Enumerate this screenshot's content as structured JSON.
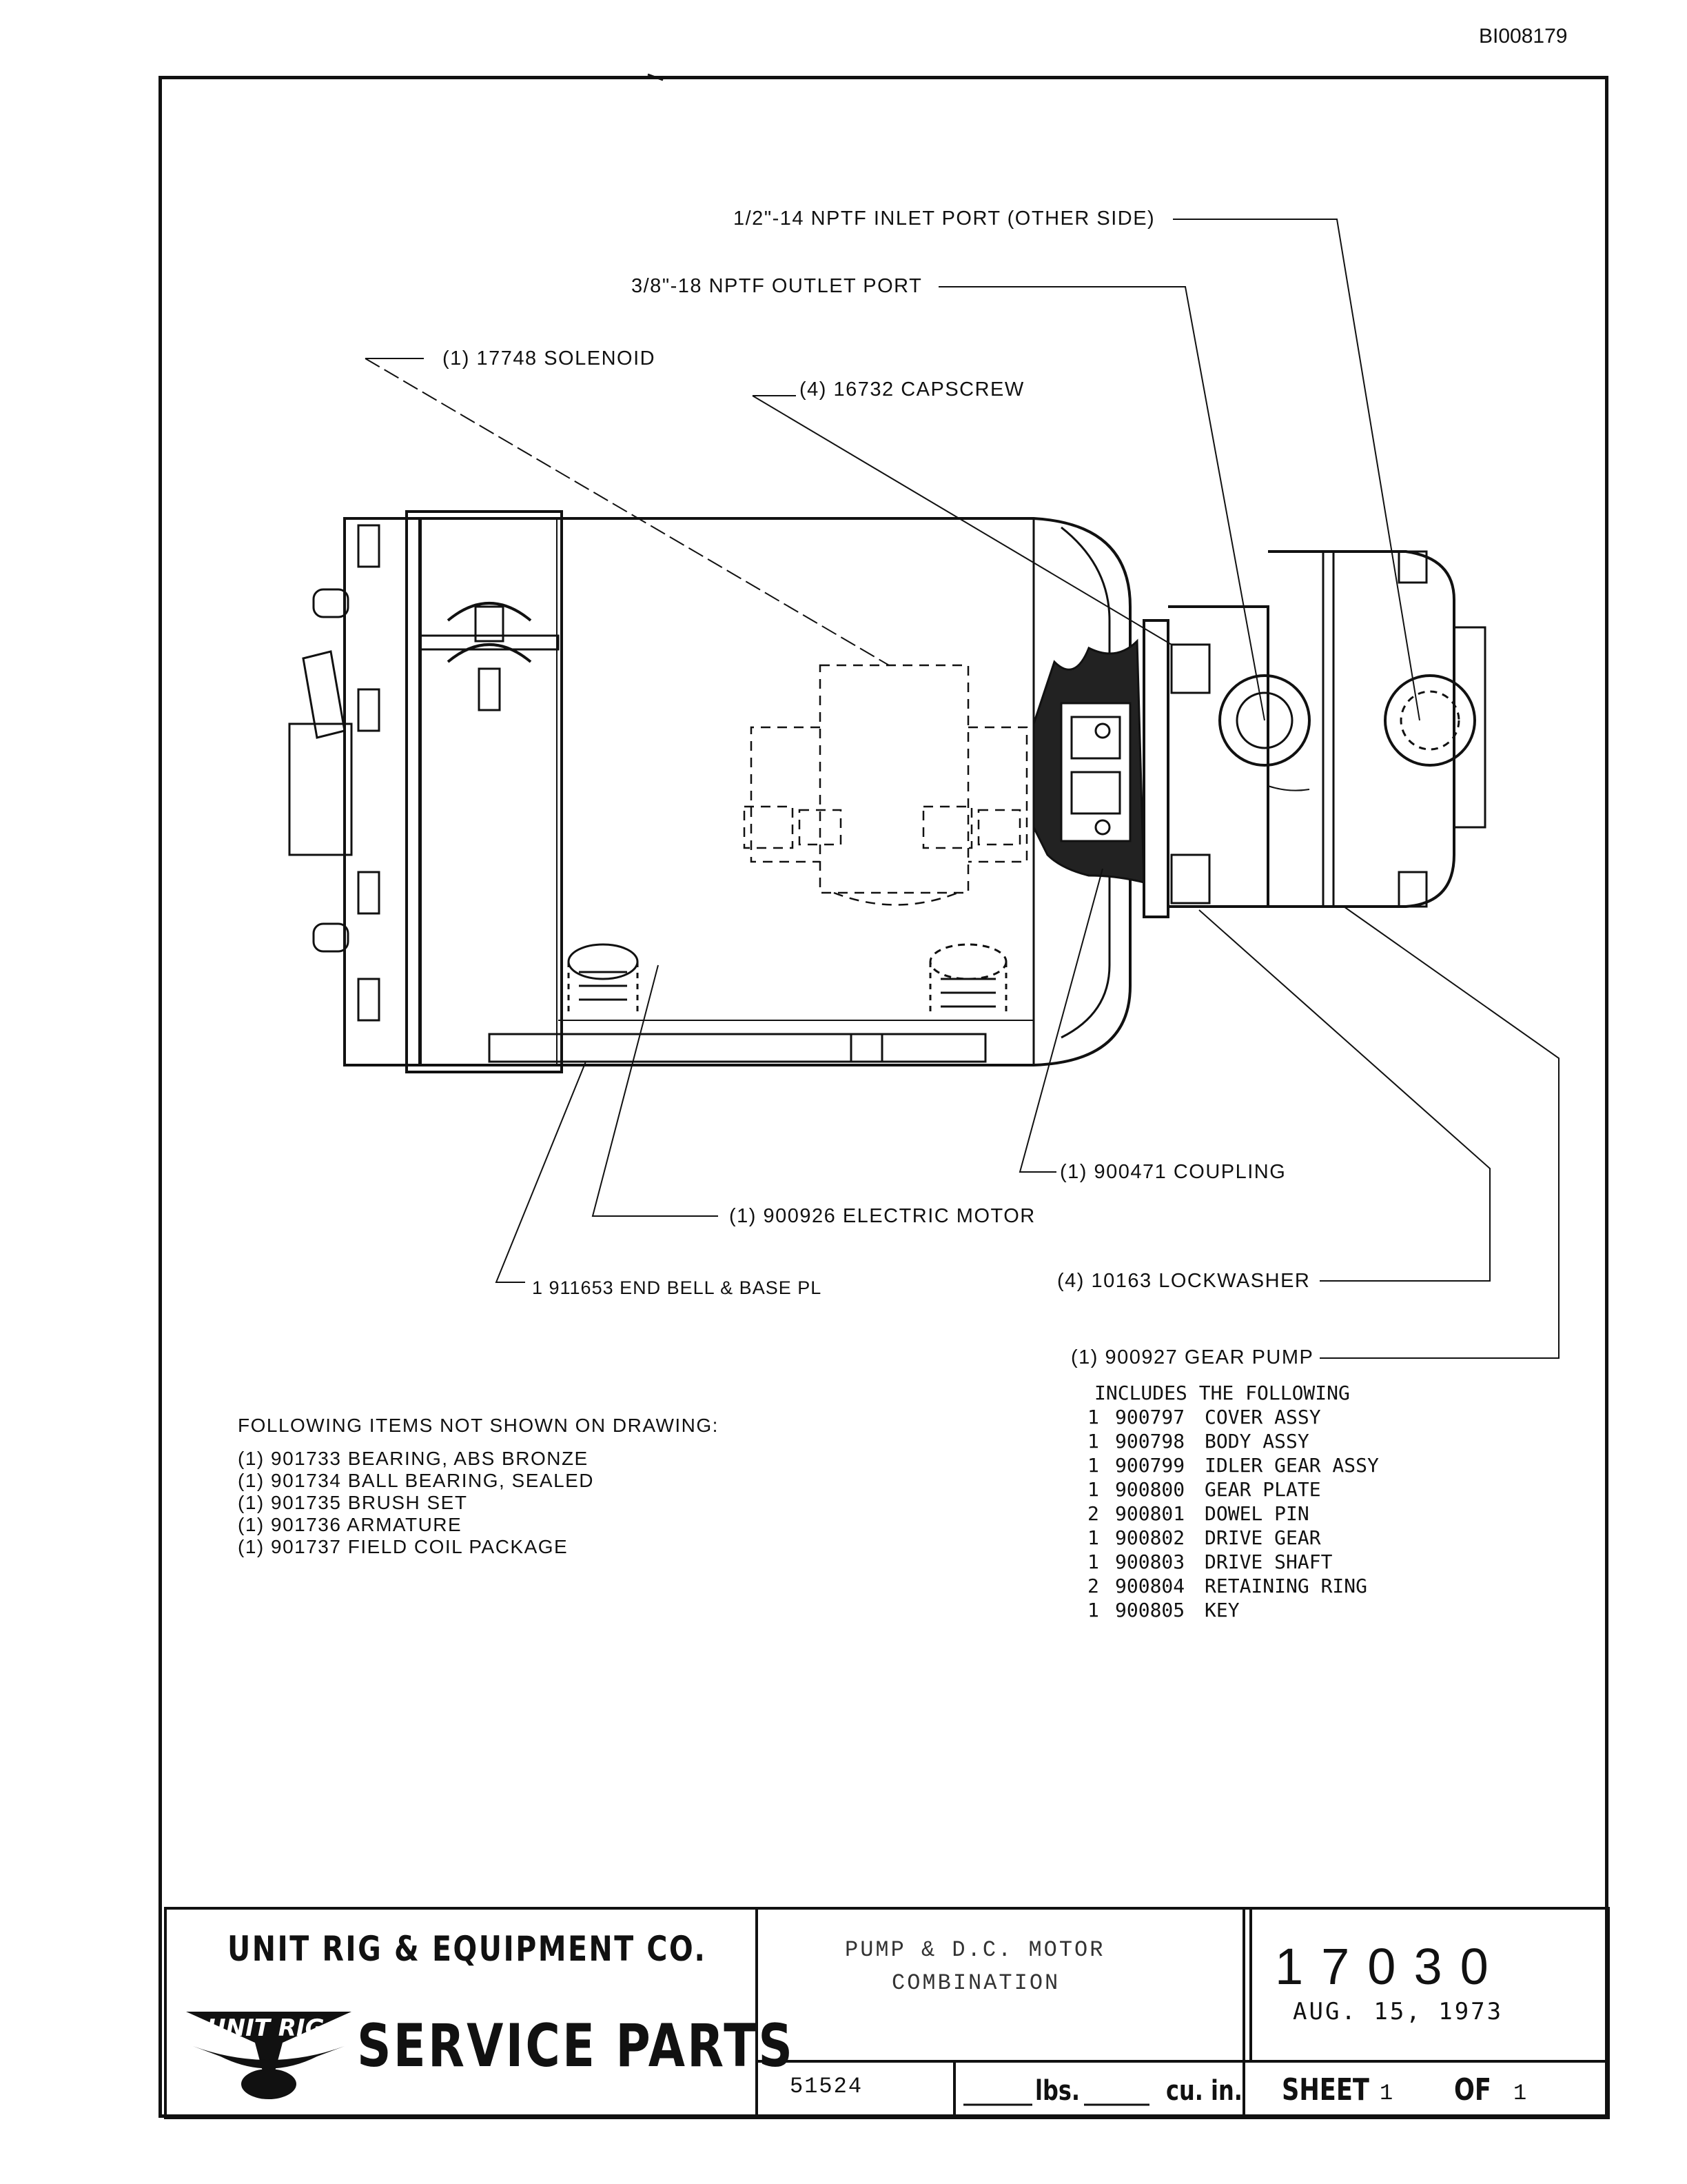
{
  "doc_id": "BI008179",
  "callouts": {
    "inlet_port": "1/2\"-14 NPTF INLET PORT (OTHER SIDE)",
    "outlet_port": "3/8\"-18 NPTF OUTLET PORT",
    "solenoid": "(1) 17748 SOLENOID",
    "capscrew": "(4) 16732 CAPSCREW",
    "coupling": "(1) 900471 COUPLING",
    "electric_motor": "(1) 900926 ELECTRIC MOTOR",
    "end_bell": "1 911653 END BELL & BASE PL",
    "lockwasher": "(4) 10163 LOCKWASHER",
    "gear_pump": "(1) 900927 GEAR PUMP"
  },
  "gear_pump_list": {
    "header": "INCLUDES THE FOLLOWING",
    "items": [
      {
        "qty": "1",
        "part": "900797",
        "desc": "COVER ASSY"
      },
      {
        "qty": "1",
        "part": "900798",
        "desc": "BODY ASSY"
      },
      {
        "qty": "1",
        "part": "900799",
        "desc": "IDLER GEAR ASSY"
      },
      {
        "qty": "1",
        "part": "900800",
        "desc": "GEAR PLATE"
      },
      {
        "qty": "2",
        "part": "900801",
        "desc": "DOWEL PIN"
      },
      {
        "qty": "1",
        "part": "900802",
        "desc": "DRIVE GEAR"
      },
      {
        "qty": "1",
        "part": "900803",
        "desc": "DRIVE SHAFT"
      },
      {
        "qty": "2",
        "part": "900804",
        "desc": "RETAINING RING"
      },
      {
        "qty": "1",
        "part": "900805",
        "desc": "KEY"
      }
    ]
  },
  "not_shown": {
    "header": "FOLLOWING ITEMS NOT SHOWN ON DRAWING:",
    "items": [
      "(1) 901733 BEARING, ABS BRONZE",
      "(1) 901734 BALL BEARING, SEALED",
      "(1) 901735 BRUSH SET",
      "(1) 901736 ARMATURE",
      "(1) 901737 FIELD COIL PACKAGE"
    ]
  },
  "title_block": {
    "company": "UNIT RIG & EQUIPMENT CO.",
    "logo_text": "UNIT RIG",
    "service_parts": "SERVICE PARTS",
    "description_line1": "PUMP & D.C. MOTOR",
    "description_line2": "COMBINATION",
    "part_number": "17030",
    "date": "AUG. 15, 1973",
    "weight_code": "51524",
    "lbs_label": "lbs.",
    "cuin_label": "cu. in.",
    "sheet_label": "SHEET",
    "sheet_num": "1",
    "of_label": "OF",
    "sheet_total": "1"
  }
}
